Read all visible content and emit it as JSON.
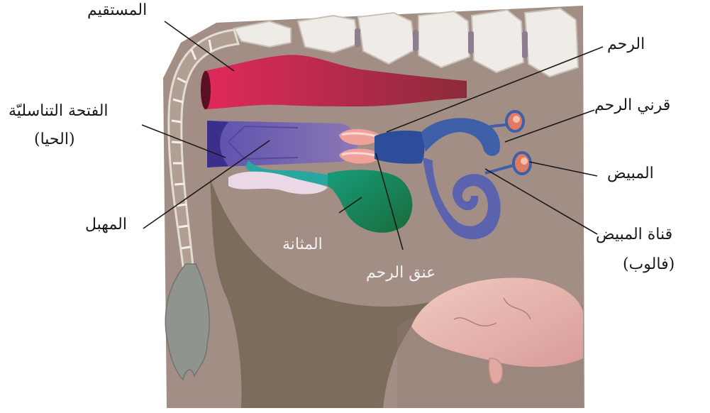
{
  "labels": {
    "rectum": "المستقيم",
    "vulva": "الفتحة التناسليّة",
    "vulva_sub": "(الحيا)",
    "vagina": "المهبل",
    "bladder": "المثانة",
    "cervix": "عنق الرحم",
    "uterus": "الرحم",
    "uterine_horns": "قرني الرحم",
    "ovary": "المبيض",
    "oviduct": "قناة المبيض",
    "oviduct_sub": "(فالوب)"
  },
  "colors": {
    "body": "#a38e86",
    "leg": "#7c6c5c",
    "spine": "#efebe6",
    "tail": "#b29f93",
    "tail_tuft": "#8f948f",
    "rectum": "#c8304f",
    "vagina": "#6f6aa8",
    "uterus": "#3f5fa8",
    "bladder": "#1f7a52",
    "urethra": "#27a7a0",
    "ovary": "#e07a62",
    "udder": "#e6b9ad"
  }
}
